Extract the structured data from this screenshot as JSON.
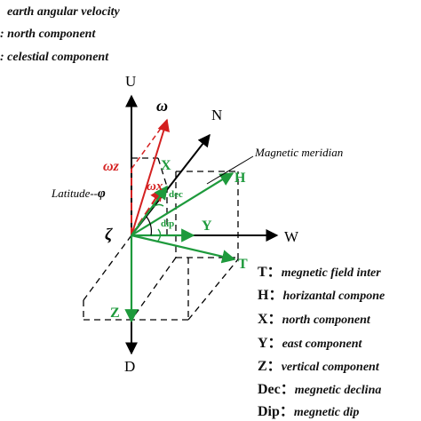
{
  "top_legend": [
    "earth angular velocity",
    ": north component",
    ": celestial component"
  ],
  "axis_labels": {
    "up": "U",
    "down": "D",
    "north": "N",
    "west": "W",
    "zeta": "ζ"
  },
  "vector_labels": {
    "omega": "ω",
    "omega_z": "ωz",
    "omega_x": "ωx",
    "latitude": "Latitude--",
    "phi": "φ",
    "magnetic_meridian": "Magnetic meridian",
    "dec": "dec",
    "dip": "dip",
    "H": "H",
    "X": "X",
    "Y": "Y",
    "T": "T",
    "Z": "Z"
  },
  "right_legend": [
    {
      "key": "T：",
      "desc": "megnetic  field inter"
    },
    {
      "key": "H：",
      "desc": "horizantal compone"
    },
    {
      "key": "X：",
      "desc": "north component"
    },
    {
      "key": "Y：",
      "desc": "east component"
    },
    {
      "key": "Z：",
      "desc": "vertical component"
    },
    {
      "key": "Dec：",
      "desc": "megnetic declina"
    },
    {
      "key": "Dip：",
      "desc": "megnetic dip"
    }
  ],
  "colors": {
    "axes": "#000000",
    "earth_vectors": "#d42020",
    "magnetic_vectors": "#1e9a3c"
  }
}
